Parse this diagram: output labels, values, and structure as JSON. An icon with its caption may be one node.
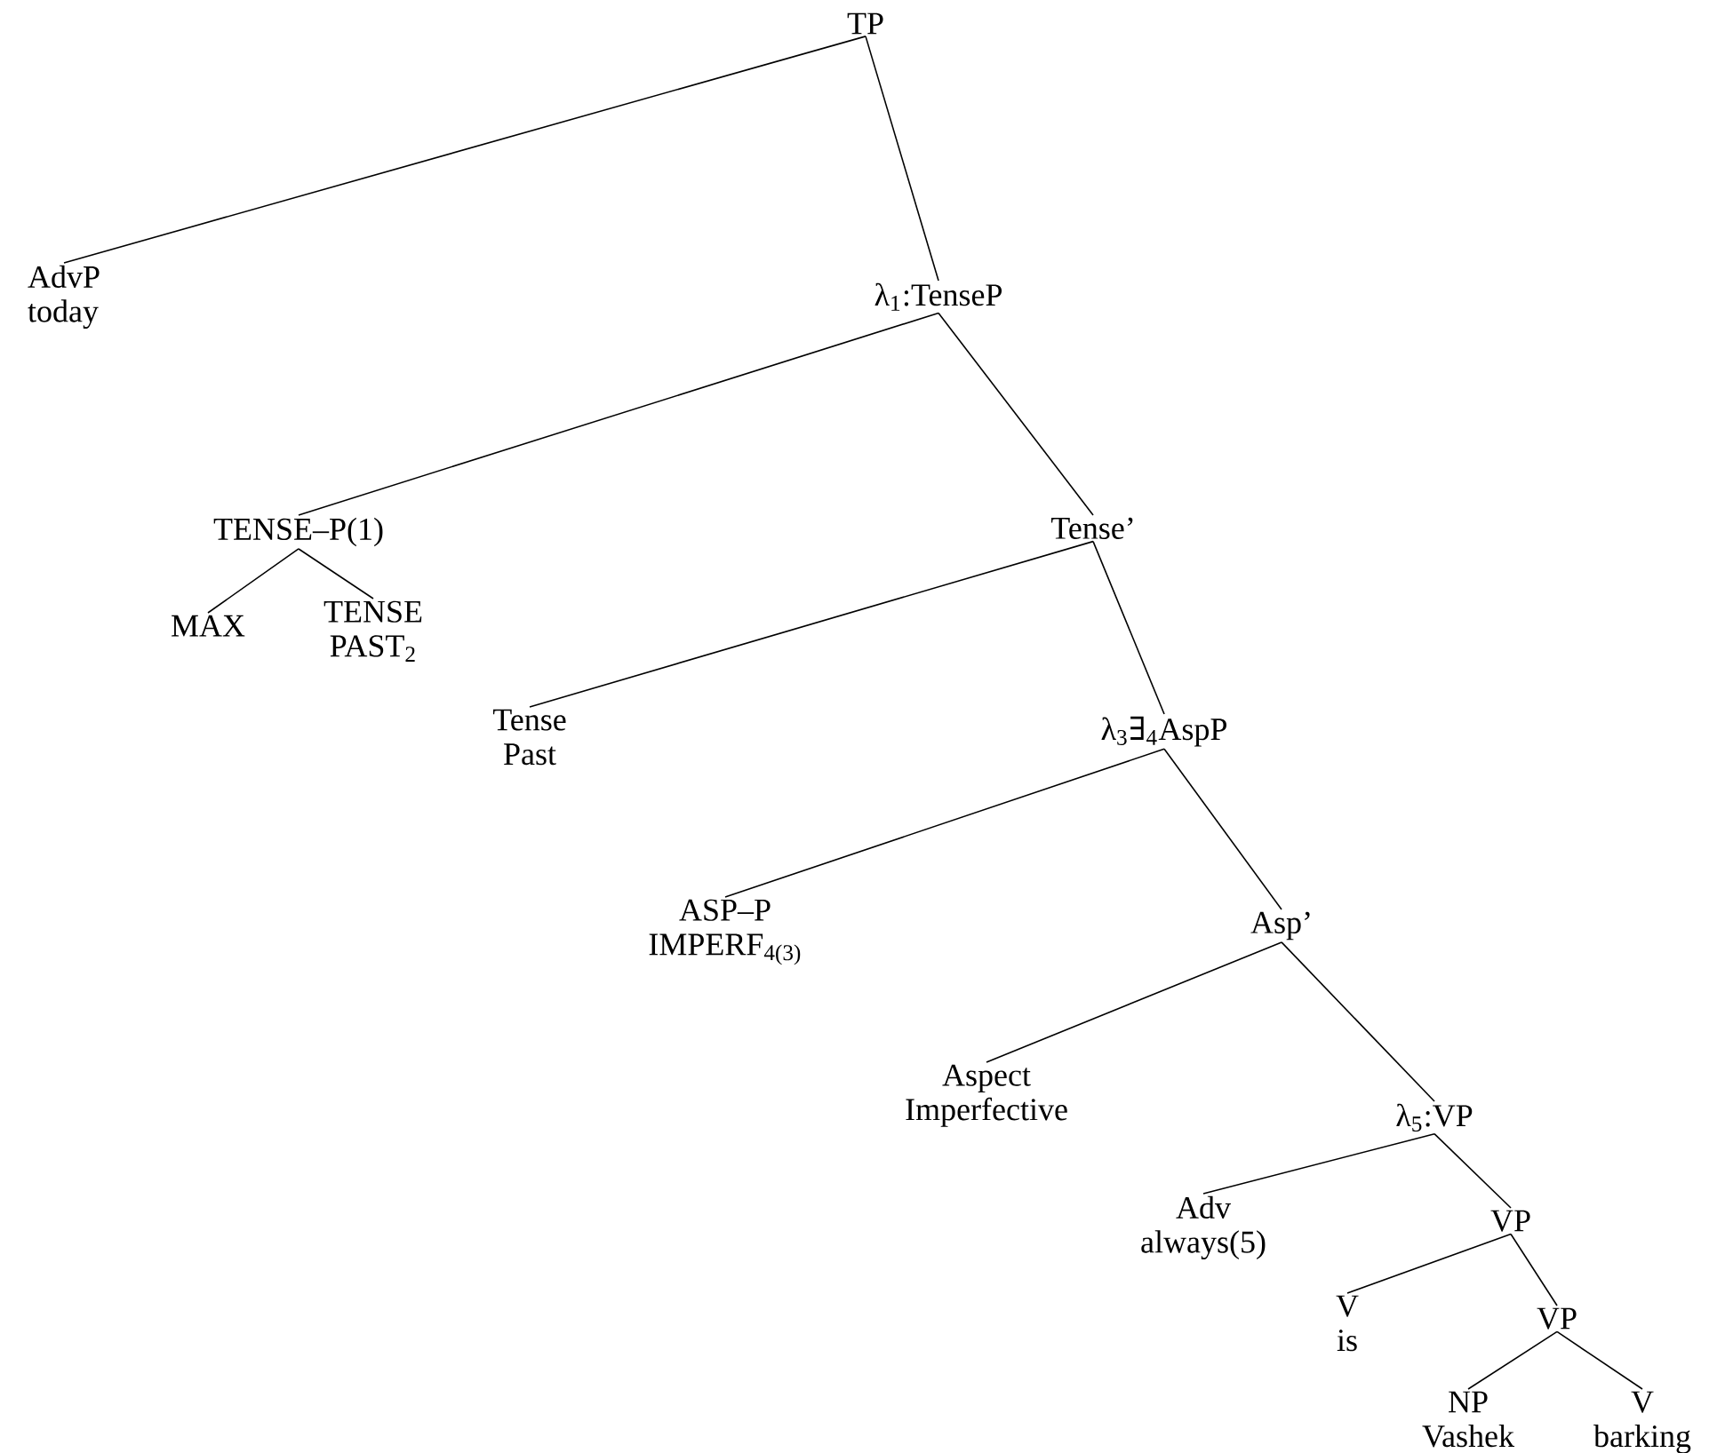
{
  "diagram": {
    "nodes": [
      {
        "text": [
          "TP"
        ]
      },
      {
        "text": [
          "AdvP",
          "today"
        ]
      },
      {
        "text": [
          "λ$_{1}$:TenseP"
        ]
      },
      {
        "text": [
          "TENSE–P(1)"
        ]
      },
      {
        "text": [
          "MAX"
        ]
      },
      {
        "text": [
          "TENSE",
          "PAST$_{2}$"
        ]
      },
      {
        "text": [
          "Tense’"
        ]
      },
      {
        "text": [
          "Tense",
          "Past"
        ]
      },
      {
        "text": [
          "λ$_{3}$∃$_{4}$AspP"
        ]
      },
      {
        "text": [
          "ASP–P",
          "IMPERF$_{4(3)}$"
        ]
      },
      {
        "text": [
          "Asp’"
        ]
      },
      {
        "text": [
          "Aspect",
          "Imperfective"
        ]
      },
      {
        "text": [
          "λ$_{5}$:VP"
        ]
      },
      {
        "text": [
          "Adv",
          "always(5)"
        ]
      },
      {
        "text": [
          "VP"
        ]
      },
      {
        "text": [
          "V",
          "is"
        ]
      },
      {
        "text": [
          "VP"
        ]
      },
      {
        "text": [
          "NP",
          "Vashek"
        ]
      },
      {
        "text": [
          "V",
          "barking"
        ]
      }
    ],
    "edges": [
      {
        "from": 0,
        "to": 1,
        "arrow": "none"
      },
      {
        "from": 0,
        "to": 2,
        "arrow": "none"
      },
      {
        "from": 2,
        "to": 3,
        "arrow": "none"
      },
      {
        "from": 2,
        "to": 6,
        "arrow": "none"
      },
      {
        "from": 3,
        "to": 4,
        "arrow": "none"
      },
      {
        "from": 3,
        "to": 5,
        "arrow": "none"
      },
      {
        "from": 6,
        "to": 7,
        "arrow": "none"
      },
      {
        "from": 6,
        "to": 8,
        "arrow": "none"
      },
      {
        "from": 8,
        "to": 9,
        "arrow": "none"
      },
      {
        "from": 8,
        "to": 10,
        "arrow": "none"
      },
      {
        "from": 10,
        "to": 11,
        "arrow": "none"
      },
      {
        "from": 10,
        "to": 12,
        "arrow": "none"
      },
      {
        "from": 12,
        "to": 13,
        "arrow": "none"
      },
      {
        "from": 12,
        "to": 14,
        "arrow": "none"
      },
      {
        "from": 14,
        "to": 15,
        "arrow": "none"
      },
      {
        "from": 14,
        "to": 16,
        "arrow": "none"
      },
      {
        "from": 16,
        "to": 17,
        "arrow": "none"
      },
      {
        "from": 16,
        "to": 18,
        "arrow": "none"
      }
    ]
  }
}
